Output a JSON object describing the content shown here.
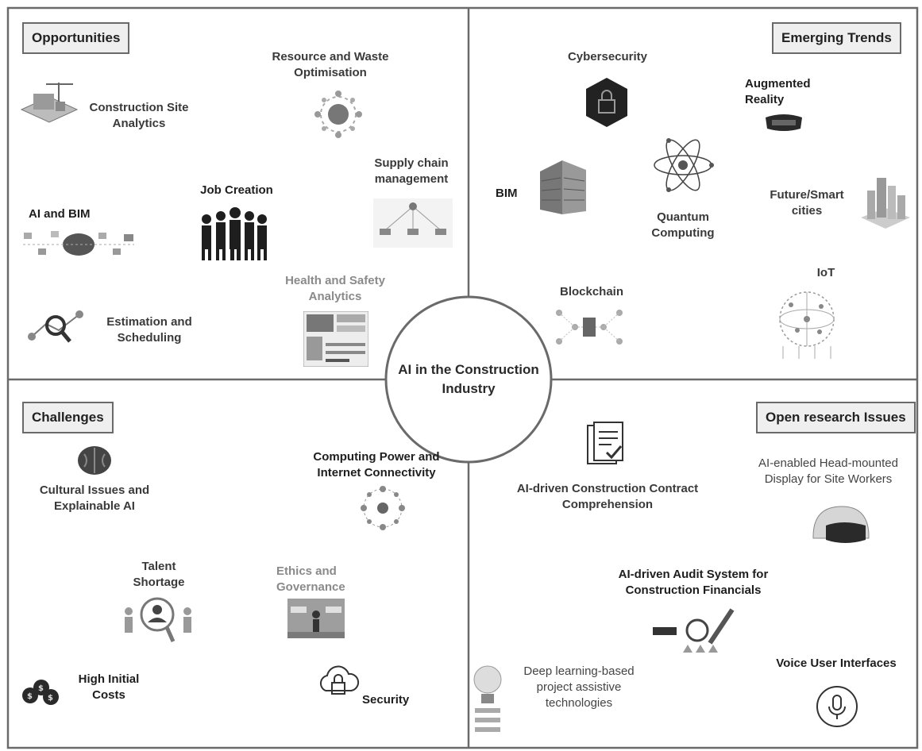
{
  "center": {
    "label": "AI in the Construction Industry"
  },
  "quadrants": {
    "opportunities": {
      "title": "Opportunities",
      "items": {
        "site_analytics": "Construction Site Analytics",
        "resource_waste": "Resource and Waste Optimisation",
        "supply_chain": "Supply chain management",
        "job_creation": "Job Creation",
        "ai_bim": "AI and BIM",
        "health_safety": "Health and Safety Analytics",
        "estimation": "Estimation and Scheduling"
      }
    },
    "emerging_trends": {
      "title": "Emerging  Trends",
      "items": {
        "cybersecurity": "Cybersecurity",
        "augmented_reality": "Augmented Reality",
        "bim": "BIM",
        "quantum": "Quantum Computing",
        "smart_cities": "Future/Smart cities",
        "iot": "IoT",
        "blockchain": "Blockchain"
      }
    },
    "challenges": {
      "title": "Challenges",
      "items": {
        "cultural": "Cultural Issues and Explainable AI",
        "computing_power": "Computing Power and Internet Connectivity",
        "talent": "Talent Shortage",
        "ethics": "Ethics and Governance",
        "initial_costs": "High Initial Costs",
        "security": "Security"
      }
    },
    "open_research": {
      "title": "Open research Issues",
      "items": {
        "contract": "AI-driven Construction Contract Comprehension",
        "head_mounted": "AI-enabled Head-mounted Display for Site Workers",
        "audit": "AI-driven Audit System for Construction Financials",
        "deep_learning": "Deep learning-based project assistive technologies",
        "voice_ui": "Voice User Interfaces"
      }
    }
  },
  "colors": {
    "border": "#6a6a6a",
    "title_fill": "#efefef",
    "icon": "#555555"
  }
}
